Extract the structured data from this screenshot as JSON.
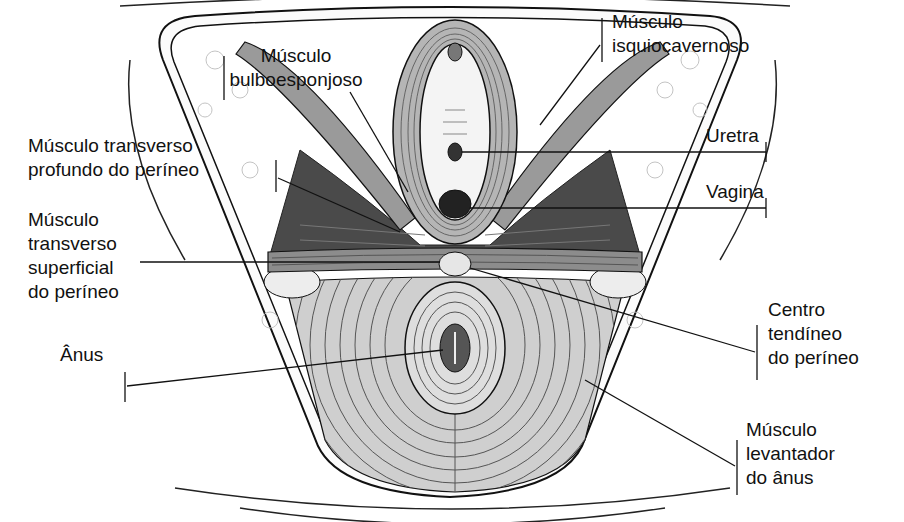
{
  "diagram": {
    "labels": [
      "Músculo bulboesponjoso",
      "Músculo transverso profundo do períneo",
      "Músculo transverso superficial do períneo",
      "Ânus",
      "Músculo isquiocavernoso",
      "Uretra",
      "Vagina",
      "Centro tendíneo do períneo",
      "Músculo levantador do ânus"
    ]
  }
}
